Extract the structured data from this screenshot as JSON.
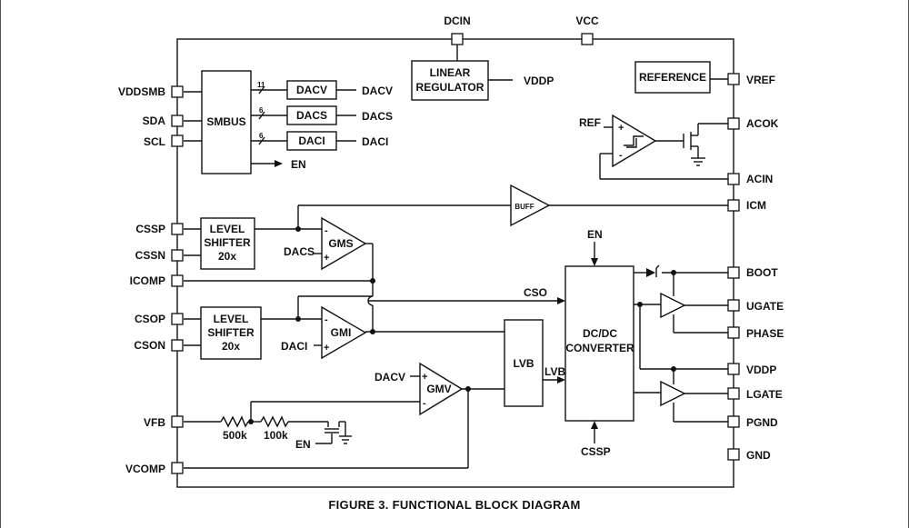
{
  "caption": "FIGURE 3. FUNCTIONAL BLOCK DIAGRAM",
  "pins": {
    "left": [
      "VDDSMB",
      "SDA",
      "SCL",
      "CSSP",
      "CSSN",
      "ICOMP",
      "CSOP",
      "CSON",
      "VFB",
      "VCOMP"
    ],
    "top": [
      "DCIN",
      "VCC"
    ],
    "right": [
      "VREF",
      "ACOK",
      "ACIN",
      "ICM",
      "BOOT",
      "UGATE",
      "PHASE",
      "VDDP",
      "LGATE",
      "PGND",
      "GND"
    ]
  },
  "blocks": {
    "smbus": "SMBUS",
    "linear_regulator": [
      "LINEAR",
      "REGULATOR"
    ],
    "reference": "REFERENCE",
    "dacv": "DACV",
    "dacs": "DACS",
    "daci": "DACI",
    "level_shifter_1": [
      "LEVEL",
      "SHIFTER",
      "20x"
    ],
    "level_shifter_2": [
      "LEVEL",
      "SHIFTER",
      "20x"
    ],
    "gms": "GMS",
    "gmi": "GMI",
    "gmv": "GMV",
    "buff": "BUFF",
    "lvb": "LVB",
    "dcdc": [
      "DC/DC",
      "CONVERTER"
    ]
  },
  "signals": {
    "vddp_out": "VDDP",
    "dacv_out": "DACV",
    "dacs_out": "DACS",
    "daci_out": "DACI",
    "smbus_en": "EN",
    "bus_width_dacv": "11",
    "bus_width_dacs": "6",
    "bus_width_daci": "6",
    "ref_in": "REF",
    "dacs_in": "DACS",
    "daci_in": "DACI",
    "dacv_in": "DACV",
    "cso": "CSO",
    "lvb_out": "LVB",
    "en_top": "EN",
    "cssp_bottom": "CSSP",
    "r1": "500k",
    "r2": "100k",
    "en_switch": "EN",
    "minus": "-",
    "plus": "+"
  }
}
